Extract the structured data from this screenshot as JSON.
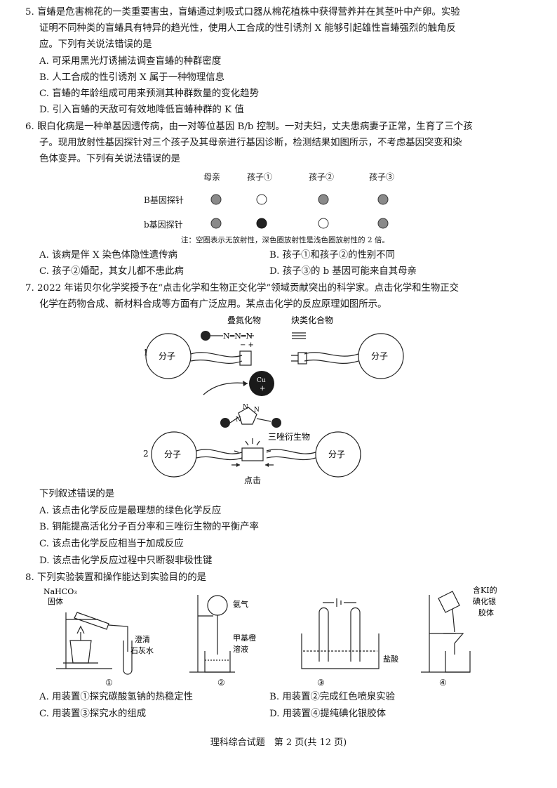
{
  "q5": {
    "lines": [
      "5. 盲蝽是危害棉花的一类重要害虫，盲蝽通过刺吸式口器从棉花植株中获得营养并在其茎叶中产卵。实验",
      "证明不同种类的盲蝽具有特异的趋光性，使用人工合成的性引诱剂 X 能够引起雄性盲蝽强烈的触角反",
      "应。下列有关说法错误的是"
    ],
    "options": [
      "A. 可采用黑光灯诱捕法调查盲蝽的种群密度",
      "B. 人工合成的性引诱剂 X 属于一种物理信息",
      "C. 盲蝽的年龄组成可用来预测其种群数量的变化趋势",
      "D. 引入盲蝽的天敌可有效地降低盲蝽种群的 K 值"
    ]
  },
  "q6": {
    "lines": [
      "6. 眼白化病是一种单基因遗传病，由一对等位基因 B/b 控制。一对夫妇，丈夫患病妻子正常，生育了三个孩",
      "子。现用放射性基因探针对三个孩子及其母亲进行基因诊断，检测结果如图所示，不考虑基因突变和染",
      "色体变异。下列有关说法错误的是"
    ],
    "figure": {
      "columns": [
        "母亲",
        "孩子①",
        "孩子②",
        "孩子③"
      ],
      "rows": [
        "B基因探针",
        "b基因探针"
      ],
      "note": "注：空圈表示无放射性，深色圈放射性是浅色圈放射性的 2 倍。"
    },
    "options": [
      "A. 该病是伴 X 染色体隐性遗传病",
      "B. 孩子①和孩子②的性别不同",
      "C. 孩子②婚配，其女儿都不患此病",
      "D. 孩子③的 b 基因可能来自其母亲"
    ]
  },
  "q7": {
    "lines": [
      "7. 2022 年诺贝尔化学奖授予在“点击化学和生物正交化学”领域贡献突出的科学家。点击化学和生物正交",
      "化学在药物合成、新材料合成等方面有广泛应用。某点击化学的反应原理如图所示。"
    ],
    "figure": {
      "azide_label": "叠氮化物",
      "azide_formula": "N═N═N",
      "azide_charges": "−  +",
      "alkyne_label": "炔类化合物",
      "molecule": "分子",
      "cu": "Cu",
      "cu_charge": "+",
      "triazole_n": "N",
      "triazole_label": "三唑衍生物",
      "click_label": "点击",
      "step1": "1",
      "step2": "2"
    },
    "stem": "下列叙述错误的是",
    "options": [
      "A. 该点击化学反应是最理想的绿色化学反应",
      "B. 铜能提高活化分子百分率和三唑衍生物的平衡产率",
      "C. 该点击化学反应相当于加成反应",
      "D. 该点击化学反应过程中只断裂非极性键"
    ]
  },
  "q8": {
    "stem": "8. 下列实验装置和操作能达到实验目的的是",
    "apparatus": {
      "a1_label1": "NaHCO₃",
      "a1_label2": "固体",
      "a1_label3": "澄清",
      "a1_label4": "石灰水",
      "a2_label1": "氨气",
      "a2_label2": "甲基橙",
      "a2_label3": "溶液",
      "a3_label": "盐酸",
      "a4_label1": "含KI的",
      "a4_label2": "碘化银",
      "a4_label3": "胶体",
      "nums": [
        "①",
        "②",
        "③",
        "④"
      ]
    },
    "options": [
      "A. 用装置①探究碳酸氢钠的热稳定性",
      "B. 用装置②完成红色喷泉实验",
      "C. 用装置③探究水的组成",
      "D. 用装置④提纯碘化银胶体"
    ]
  },
  "footer": "理科综合试题　第 2 页(共 12 页)"
}
